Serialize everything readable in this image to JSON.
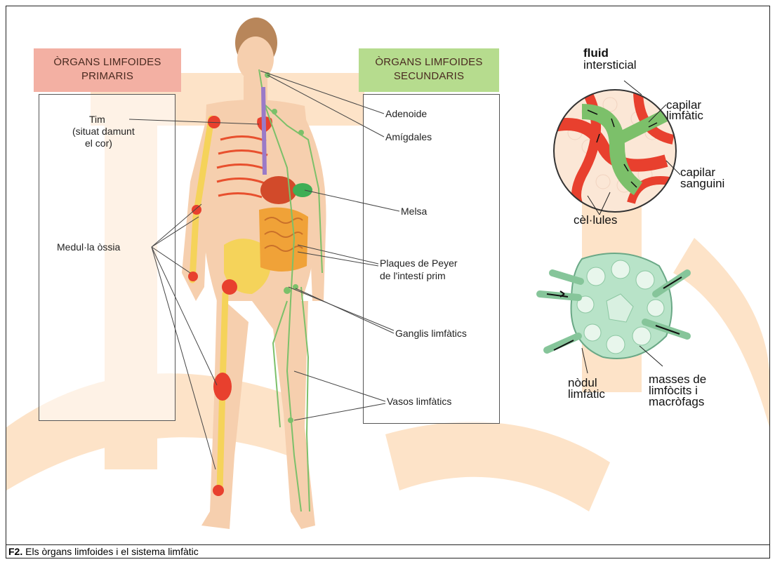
{
  "primary_header": "ÒRGANS LIMFOIDES PRIMARIS",
  "secondary_header": "ÒRGANS LIMFOIDES SECUNDARIS",
  "primary_labels": {
    "tim": "Tim",
    "tim_note_1": "(situat damunt",
    "tim_note_2": "el cor)",
    "medulla": "Medul·la òssia"
  },
  "secondary_labels": {
    "adenoide": "Adenoide",
    "amigdales": "Amígdales",
    "melsa": "Melsa",
    "plaques_1": "Plaques de Peyer",
    "plaques_2": "de l'intestí prim",
    "ganglis": "Ganglis limfàtics",
    "vasos": "Vasos limfàtics"
  },
  "capillary_detail": {
    "fluid": "fluid",
    "intersticial": "intersticial",
    "capilar_limfatic_1": "capilar",
    "capilar_limfatic_2": "limfàtic",
    "capilar_sanguini_1": "capilar",
    "capilar_sanguini_2": "sanguini",
    "cellules": "cèl·lules"
  },
  "node_detail": {
    "nodul_1": "nòdul",
    "nodul_2": "limfàtic",
    "masses_1": "masses de",
    "masses_2": "limfòcits i",
    "masses_3": "macròfags"
  },
  "caption": {
    "tag": "F2.",
    "text": "Els òrgans limfoides i el sistema limfàtic"
  },
  "colors": {
    "watermark": "#fde3c8",
    "primary_header_bg": "#f3b0a3",
    "secondary_header_bg": "#b6dc8e",
    "lymph": "#7cc06a",
    "blood": "#e8402e",
    "bone": "#f5d35a",
    "skin": "#f6cfae"
  }
}
